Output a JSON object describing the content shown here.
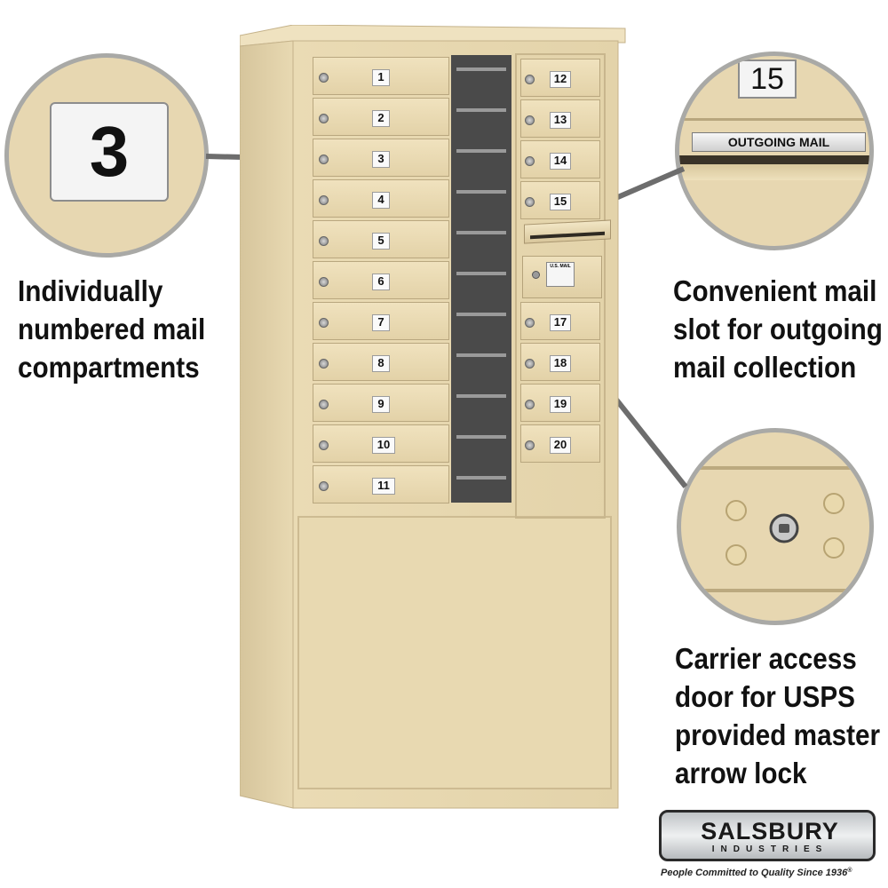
{
  "captions": {
    "left": [
      "Individually",
      "numbered mail",
      "compartments"
    ],
    "right_top": [
      "Convenient mail",
      "slot for outgoing",
      "mail collection"
    ],
    "right_bottom": [
      "Carrier access",
      "door for USPS",
      "provided master",
      "arrow lock"
    ]
  },
  "callouts": {
    "number_zoom": "3",
    "slot_zoom_number": "15",
    "slot_label": "OUTGOING MAIL"
  },
  "left_column_numbers": [
    "1",
    "2",
    "3",
    "4",
    "5",
    "6",
    "7",
    "8",
    "9",
    "10",
    "11"
  ],
  "right_column_numbers": [
    "12",
    "13",
    "14",
    "15",
    "",
    "",
    "17",
    "18",
    "19",
    "20"
  ],
  "usps_label": "U.S. MAIL",
  "brand": {
    "name": "SALSBURY",
    "sub": "INDUSTRIES",
    "tagline": "People Committed to Quality Since 1936"
  },
  "colors": {
    "cabinet": "#e9dab3",
    "arrow": "#6d6d6d",
    "circle_border": "#a9a9a6"
  }
}
